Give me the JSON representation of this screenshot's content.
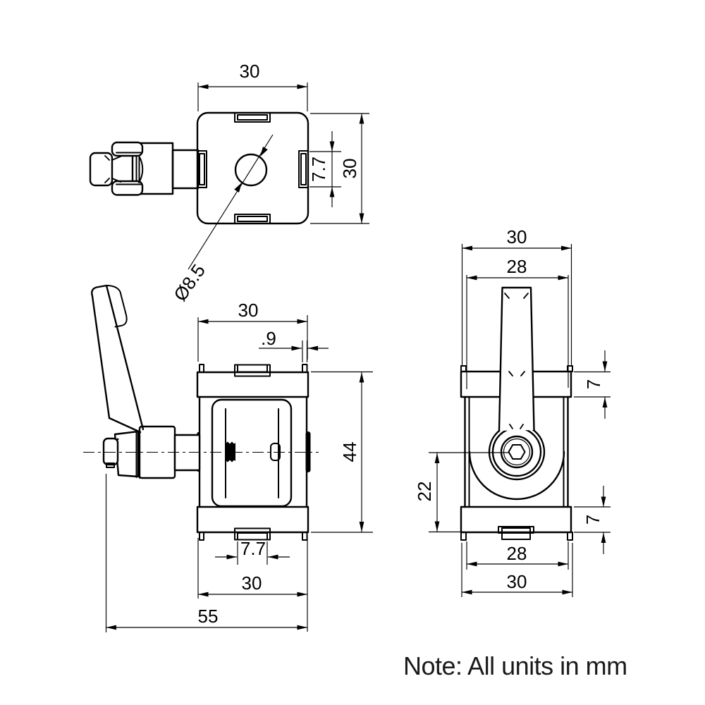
{
  "note": "Note: All units in mm",
  "colors": {
    "ink": "#000000",
    "paper": "#ffffff"
  },
  "top_view": {
    "dim_width": "30",
    "dim_slot": "7.7",
    "dim_height": "30",
    "dim_hole": "Ø8.5"
  },
  "front_view": {
    "dim_width_top": "30",
    "dim_lip": ".9",
    "dim_height": "44",
    "dim_slot": "7.7",
    "dim_width_bottom": "30",
    "dim_overall": "55"
  },
  "side_view": {
    "dim_width_outer_top": "30",
    "dim_width_inner_top": "28",
    "dim_flange_top": "7",
    "dim_center_offset": "22",
    "dim_flange_bottom": "7",
    "dim_width_inner_bottom": "28",
    "dim_width_outer_bottom": "30"
  }
}
